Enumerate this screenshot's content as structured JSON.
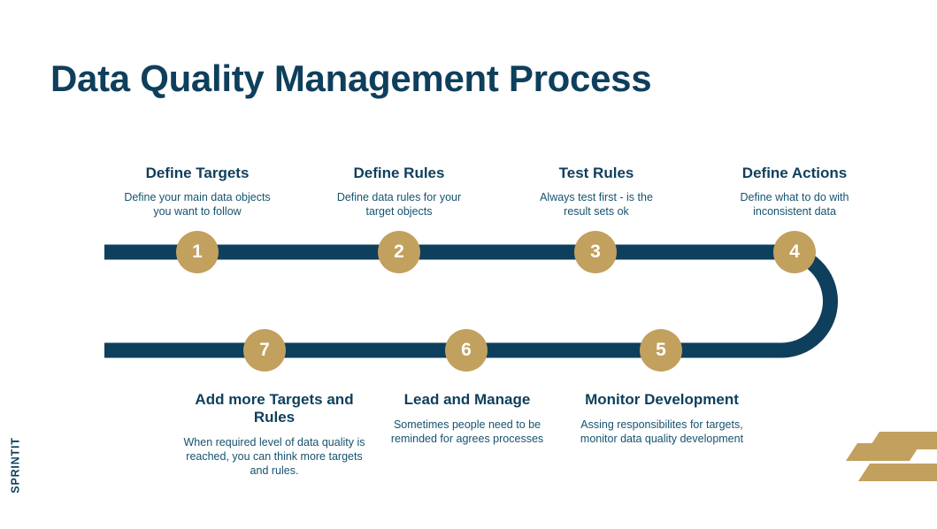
{
  "slide": {
    "title": "Data Quality Management Process",
    "background_color": "#ffffff",
    "navy": "#0e3f5c",
    "gold": "#c2a05e",
    "text_navy": "#15536f"
  },
  "brand": {
    "wordmark": "SPRINTIT",
    "mark_color": "#c2a05e"
  },
  "process": {
    "steps": [
      {
        "number": "1",
        "title": "Define Targets",
        "description": "Define your main data objects you want to follow",
        "row": "top"
      },
      {
        "number": "2",
        "title": "Define Rules",
        "description": "Define data rules for your target objects",
        "row": "top"
      },
      {
        "number": "3",
        "title": "Test Rules",
        "description": "Always test first - is the result sets ok",
        "row": "top"
      },
      {
        "number": "4",
        "title": "Define Actions",
        "description": "Define what to do with inconsistent data",
        "row": "top"
      },
      {
        "number": "5",
        "title": "Monitor Development",
        "description": "Assing responsibilites for targets, monitor data quality development",
        "row": "bottom"
      },
      {
        "number": "6",
        "title": "Lead and Manage",
        "description": "Sometimes people need to be reminded for agrees processes",
        "row": "bottom"
      },
      {
        "number": "7",
        "title": "Add more Targets and Rules",
        "description": "When required level of data quality is reached, you can think more targets and rules.",
        "row": "bottom"
      }
    ]
  }
}
